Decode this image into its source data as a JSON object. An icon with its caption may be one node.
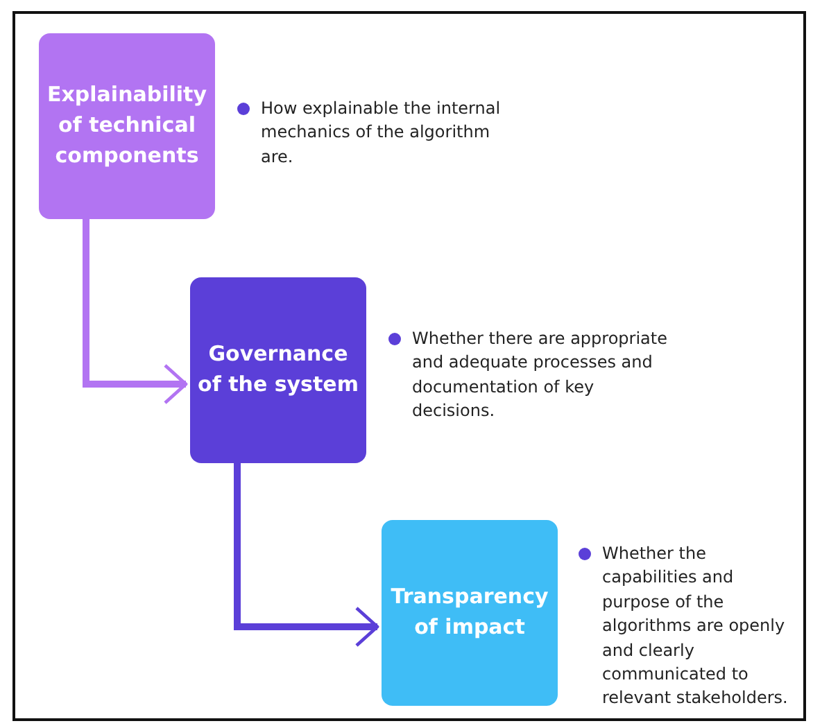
{
  "diagram": {
    "nodes": [
      {
        "text": [
          "Explainability of technical components"
        ],
        "beside": [
          "How explainable the internal mechanics of the algorithm are."
        ]
      },
      {
        "text": [
          "Governance of the system"
        ],
        "beside": [
          "Whether there are appropriate and adequate processes and documentation of key decisions."
        ]
      },
      {
        "text": [
          "Transparency of impact"
        ],
        "beside": [
          "Whether the capabilities and purpose of the algorithms are openly and clearly communicated to relevant stakeholders."
        ]
      }
    ],
    "edges": [
      {
        "from": 0,
        "to": 1,
        "arrow": "to",
        "color": "#b274f2"
      },
      {
        "from": 1,
        "to": 2,
        "arrow": "to",
        "color": "#5b3fd8"
      }
    ]
  }
}
